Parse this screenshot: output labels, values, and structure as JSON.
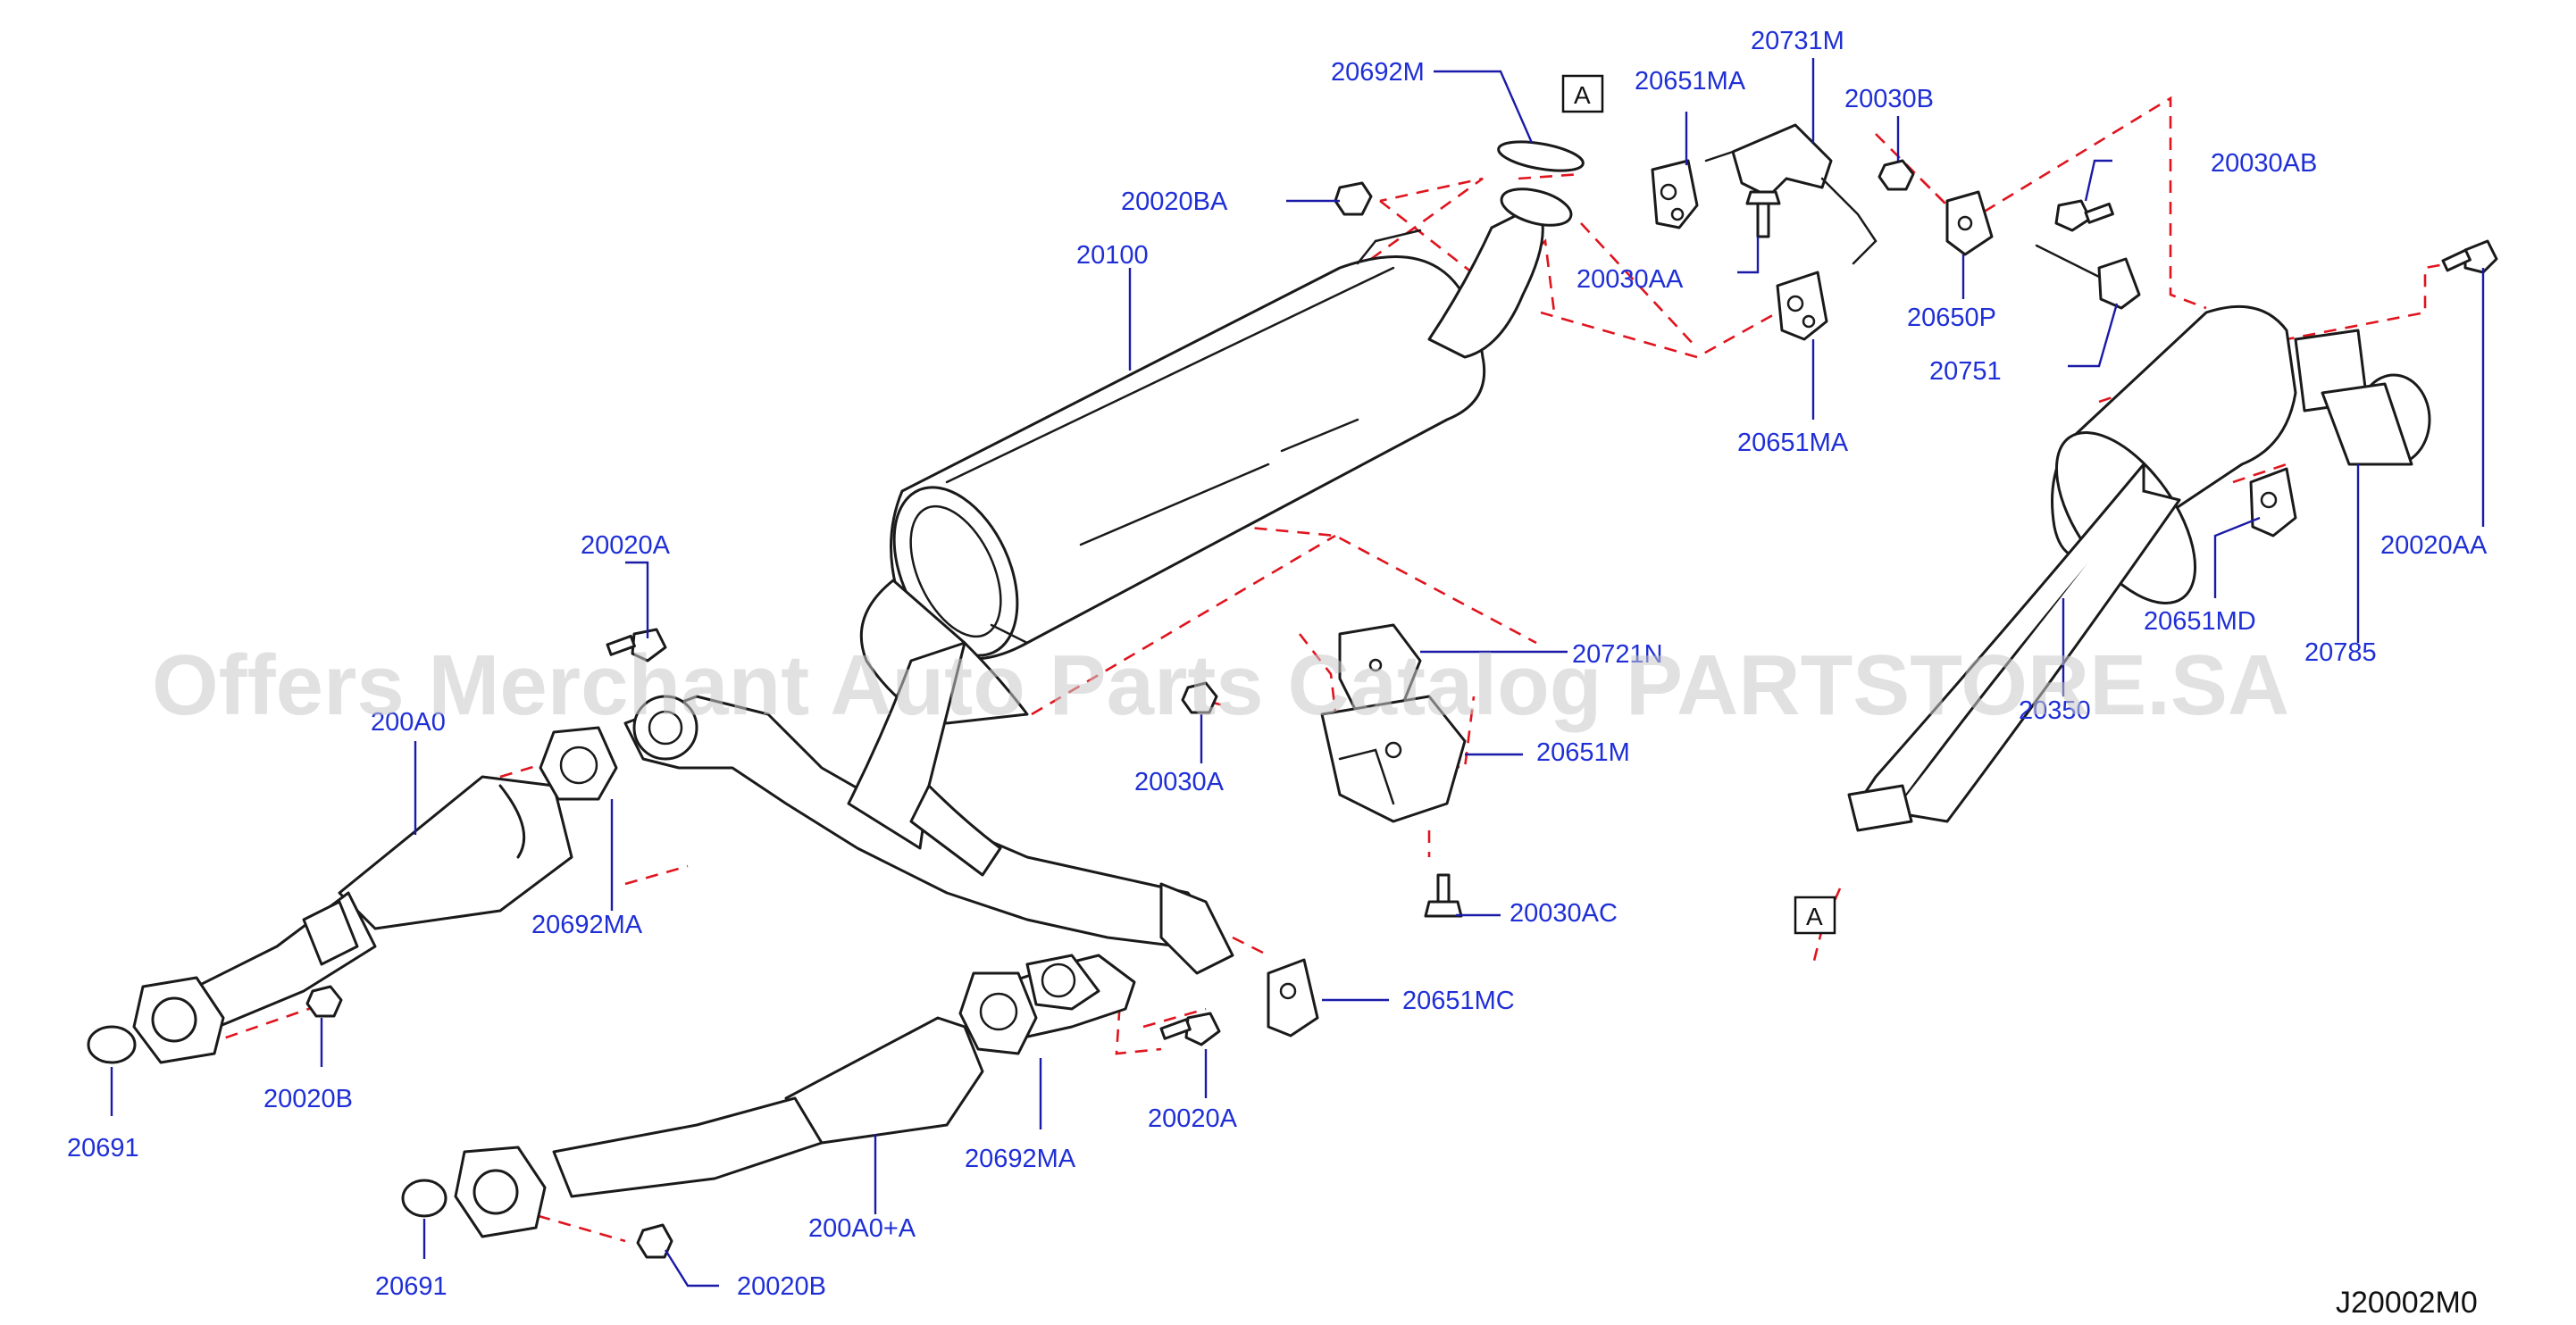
{
  "watermark": "Offers Merchant Auto Parts Catalog PARTSTORE.SA",
  "diagram_code": "J20002M0",
  "connector_marker": "A",
  "labels": {
    "p20692M": "20692M",
    "p20020BA": "20020BA",
    "p20100": "20100",
    "p20651MA_top": "20651MA",
    "p20731M": "20731M",
    "p20030B": "20030B",
    "p20030AB": "20030AB",
    "p20030AA": "20030AA",
    "p20650P": "20650P",
    "p20751": "20751",
    "p20651MA_bot": "20651MA",
    "p20020AA": "20020AA",
    "p20651MD": "20651MD",
    "p20785": "20785",
    "p20350": "20350",
    "p20020A_top": "20020A",
    "p200A0": "200A0",
    "p20721N": "20721N",
    "p20651M": "20651M",
    "p20030A": "20030A",
    "p20692MA_left": "20692MA",
    "p20030AC": "20030AC",
    "p20651MC": "20651MC",
    "p20020B_top": "20020B",
    "p20691_top": "20691",
    "p20020A_bot": "20020A",
    "p20692MA_bot": "20692MA",
    "p200A0A": "200A0+A",
    "p20691_bot": "20691",
    "p20020B_bot": "20020B"
  }
}
